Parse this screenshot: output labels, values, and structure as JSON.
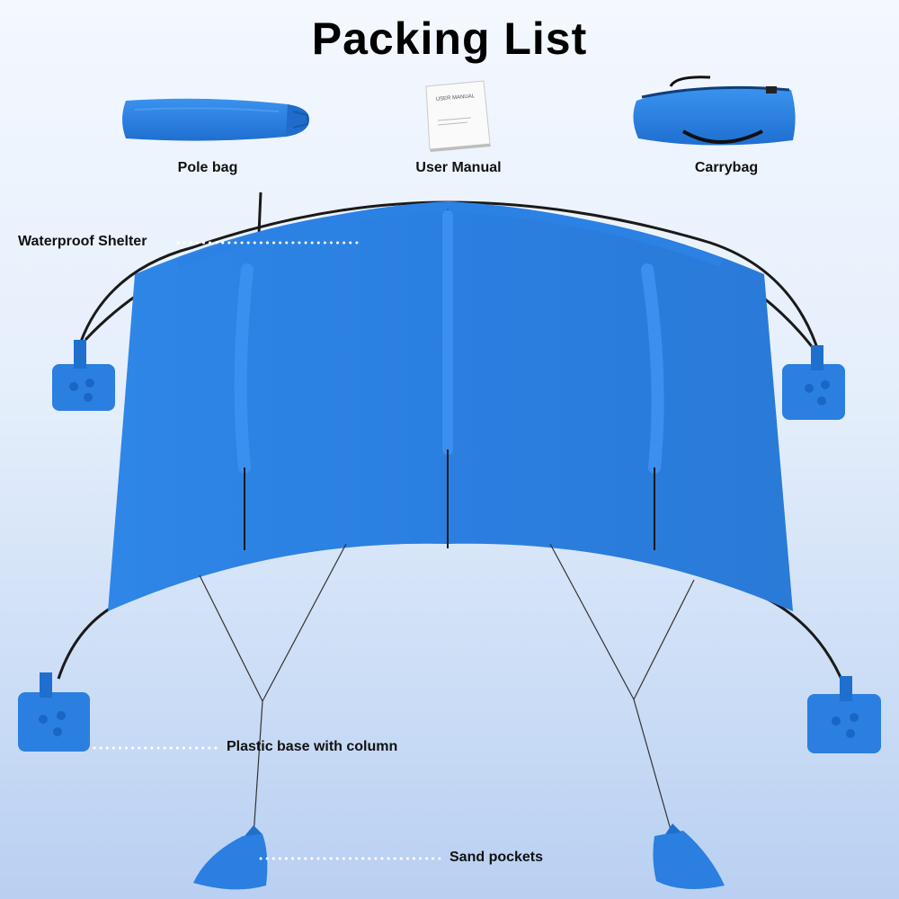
{
  "title": "Packing List",
  "items": {
    "pole_bag": "Pole bag",
    "user_manual": "User Manual",
    "carrybag": "Carrybag",
    "waterproof_shelter": "Waterproof Shelter",
    "plastic_base": "Plastic base with column",
    "sand_pockets": "Sand pockets"
  },
  "manual_cover_text": "USER MANUAL",
  "colors": {
    "shelter_blue": "#2a7fe0",
    "pole_black": "#1a1a1a",
    "leader_dots": "#ffffff"
  }
}
